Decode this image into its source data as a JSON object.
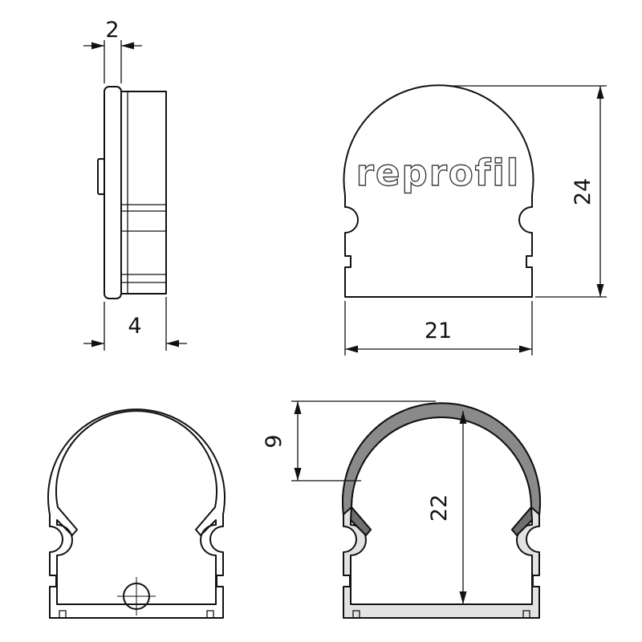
{
  "drawing": {
    "brand_logo": "reprofil",
    "dimensions": {
      "lip_thickness": "2",
      "total_thickness": "4",
      "cap_width": "21",
      "cap_height": "24",
      "dome_height": "9",
      "inner_height": "22"
    },
    "colors": {
      "line": "#111111",
      "body_fill": "#e2e2e2",
      "dome_band_fill": "#8a8a8a",
      "tooth_fill": "#6f6f6f",
      "cavity_fill": "#ffffff"
    }
  }
}
